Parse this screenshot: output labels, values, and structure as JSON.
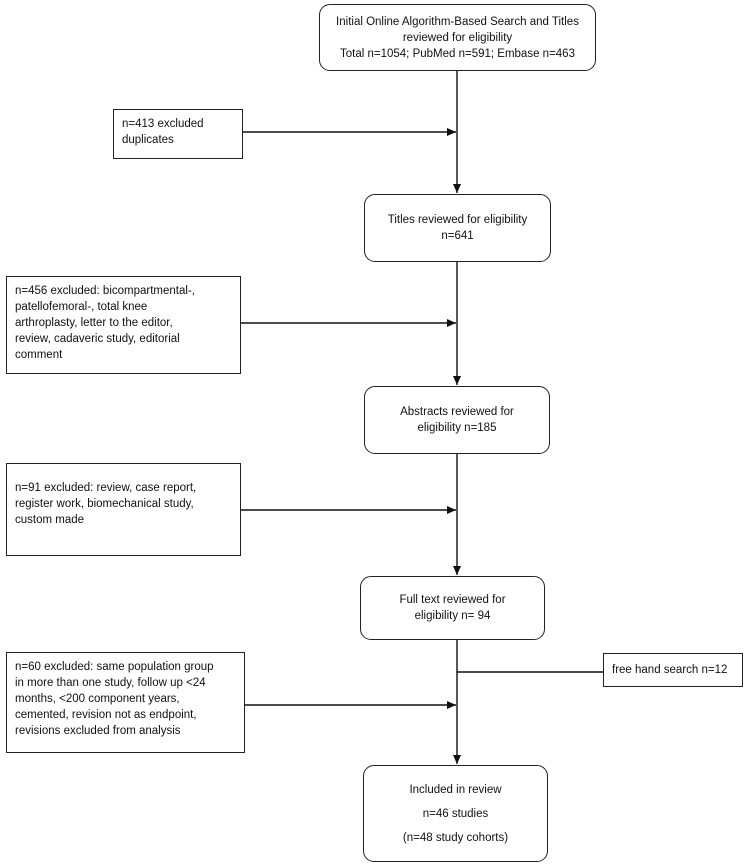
{
  "flow": {
    "initial_search": {
      "lines": [
        "Initial Online Algorithm-Based Search and Titles",
        "reviewed for eligibility",
        "Total n=1054; PubMed n=591; Embase n=463"
      ]
    },
    "excluded_duplicates": {
      "lines": [
        "n=413 excluded",
        "duplicates"
      ]
    },
    "titles_reviewed": {
      "lines": [
        "Titles reviewed for eligibility",
        "n=641"
      ]
    },
    "excluded_titles": {
      "lines": [
        "n=456 excluded: bicompartmental-,",
        "patellofemoral-, total knee",
        "arthroplasty, letter to the editor,",
        "review, cadaveric study, editorial",
        "comment"
      ]
    },
    "abstracts_reviewed": {
      "lines": [
        "Abstracts reviewed for",
        "eligibility n=185"
      ]
    },
    "excluded_abstracts": {
      "lines": [
        "n=91 excluded: review, case report,",
        "register work, biomechanical study,",
        "custom made"
      ]
    },
    "fulltext_reviewed": {
      "lines": [
        "Full text reviewed for",
        "eligibility n= 94"
      ]
    },
    "excluded_fulltext": {
      "lines": [
        "n=60 excluded: same population group",
        "in more than one study, follow up <24",
        "months, <200 component years,",
        "cemented, revision not as endpoint,",
        "revisions excluded from analysis"
      ]
    },
    "free_hand_search": {
      "lines": [
        "free hand search n=12"
      ]
    },
    "included": {
      "lines": [
        "Included in review",
        "",
        "n=46 studies",
        "",
        "(n=48 study cohorts)"
      ]
    }
  }
}
